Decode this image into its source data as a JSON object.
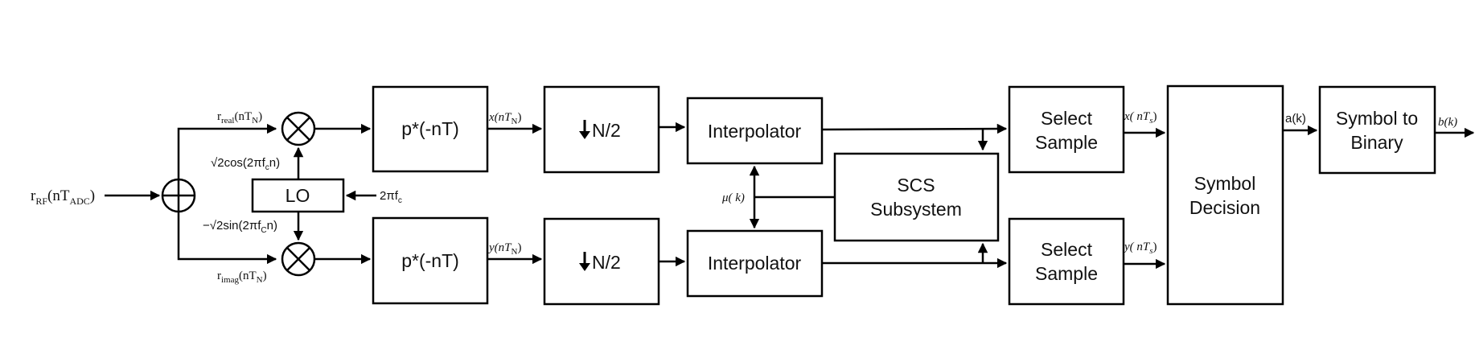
{
  "blocks": {
    "matched_filter_top": "p*(-nT)",
    "matched_filter_bottom": "p*(-nT)",
    "decimator_top": "N/2",
    "decimator_bottom": "N/2",
    "interpolator_top": "Interpolator",
    "interpolator_bottom": "Interpolator",
    "scs_line1": "SCS",
    "scs_line2": "Subsystem",
    "select_top_line1": "Select",
    "select_top_line2": "Sample",
    "select_bottom_line1": "Select",
    "select_bottom_line2": "Sample",
    "decision_line1": "Symbol",
    "decision_line2": "Decision",
    "s2b_line1": "Symbol to",
    "s2b_line2": "Binary",
    "lo": "LO"
  },
  "signals": {
    "input_main": "r",
    "input_sub": "RF",
    "input_arg": "(nT",
    "input_arg_sub": "ADC",
    "input_close": ")",
    "rreal_main": "r",
    "rreal_sub": "real",
    "rreal_arg": "(nT",
    "rreal_arg_sub": "N",
    "rreal_close": ")",
    "rimag_main": "r",
    "rimag_sub": "imag",
    "rimag_arg": "(nT",
    "rimag_arg_sub": "N",
    "rimag_close": ")",
    "cos_label": "√2cos(2πf",
    "cos_sub": "c",
    "cos_close": "n)",
    "sin_label": "−√2sin(2πf",
    "sin_sub": "C",
    "sin_close": "n)",
    "lo_in": "2πf",
    "lo_in_sub": "c",
    "x_nTN": "x(nT",
    "x_nTN_sub": "N",
    "x_nTN_close": ")",
    "y_nTN": "y(nT",
    "y_nTN_sub": "N",
    "y_nTN_close": ")",
    "mu": "μ( k)",
    "x_nTs": "x( nT",
    "x_nTs_sub": "s",
    "x_nTs_close": ")",
    "y_nTs": "y( nT",
    "y_nTs_sub": "s",
    "y_nTs_close": ")",
    "a_k": "a(k)",
    "b_k": "b(k)"
  }
}
